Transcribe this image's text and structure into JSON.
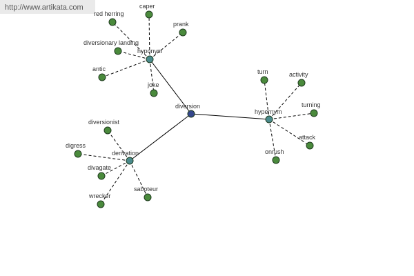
{
  "watermark": "http://www.artikata.com",
  "colors": {
    "center": "#35478c",
    "hub": "#4a8a8c",
    "leaf": "#4a8a3c",
    "edge": "#000000"
  },
  "graph": {
    "center": "diversion",
    "hubs": [
      "hyponym",
      "hypernym",
      "derivation"
    ],
    "leaves": {
      "hyponym": [
        "caper",
        "red herring",
        "prank",
        "diversionary landing",
        "antic",
        "joke"
      ],
      "hypernym": [
        "turn",
        "activity",
        "turning",
        "attack",
        "onrush"
      ],
      "derivation": [
        "diversionist",
        "digress",
        "divagate",
        "wrecker",
        "saboteur"
      ]
    }
  }
}
